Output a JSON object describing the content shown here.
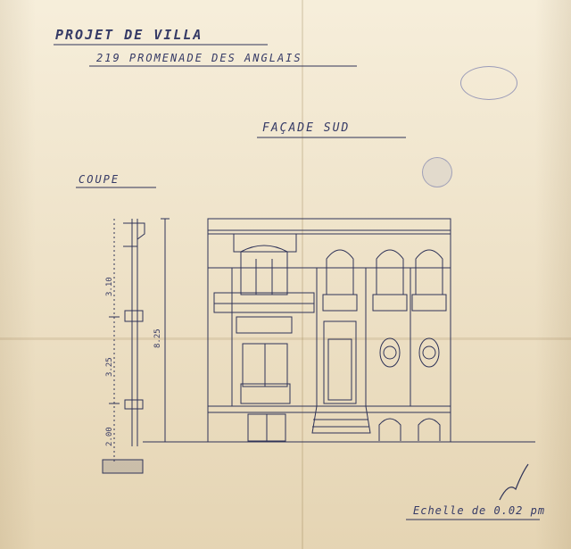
{
  "drawing": {
    "title": "PROJET DE VILLA",
    "subtitle": "219 PROMENADE DES ANGLAIS",
    "view_label": "FAÇADE SUD",
    "section_label": "COUPE",
    "scale_note": "Echelle de 0.02 pm",
    "dimensions": {
      "upper": "3.10",
      "middle": "3.25",
      "lower": "2.00",
      "total": "8.25"
    }
  },
  "colors": {
    "paper": "#e9dcc2",
    "ink": "#2a2d4a",
    "stamp": "#5a64a8"
  }
}
